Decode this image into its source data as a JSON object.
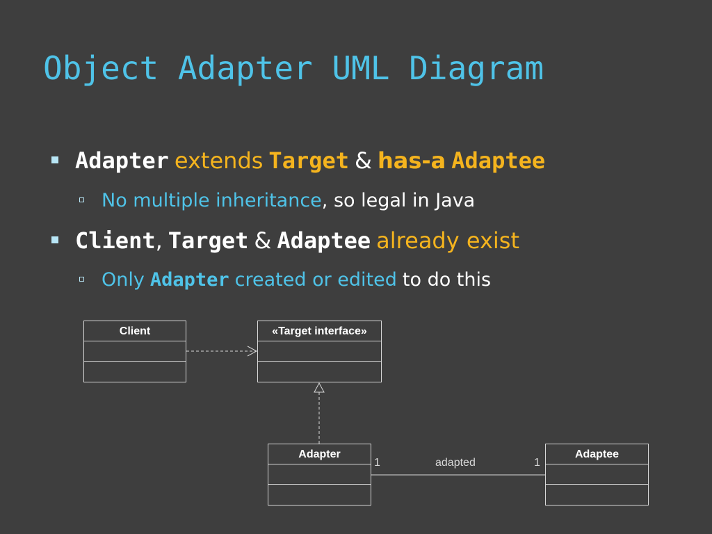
{
  "title": "Object Adapter UML Diagram",
  "bullets": {
    "b1": {
      "adapter": "Adapter",
      "extends": "extends",
      "target": "Target",
      "amp": "&",
      "has_a": "has-a",
      "adaptee": "Adaptee"
    },
    "b1_sub": {
      "no_multiple": "No multiple inheritance",
      "rest": ", so legal in Java"
    },
    "b2": {
      "client": "Client",
      "comma": ",",
      "target": "Target",
      "amp": "&",
      "adaptee": "Adaptee",
      "already": "already exist"
    },
    "b2_sub": {
      "only": "Only",
      "adapter": "Adapter",
      "created": "created or edited",
      "rest": "to do this"
    }
  },
  "uml": {
    "client": "Client",
    "target": "«Target interface»",
    "adapter": "Adapter",
    "adaptee": "Adaptee",
    "association_label": "adapted",
    "multiplicity_left": "1",
    "multiplicity_right": "1"
  },
  "colors": {
    "background": "#3e3e3e",
    "title": "#4fc3e8",
    "accent_orange": "#f5b41e",
    "accent_blue": "#4fc3e8",
    "text": "#ffffff",
    "lines": "#d8d8d8"
  }
}
